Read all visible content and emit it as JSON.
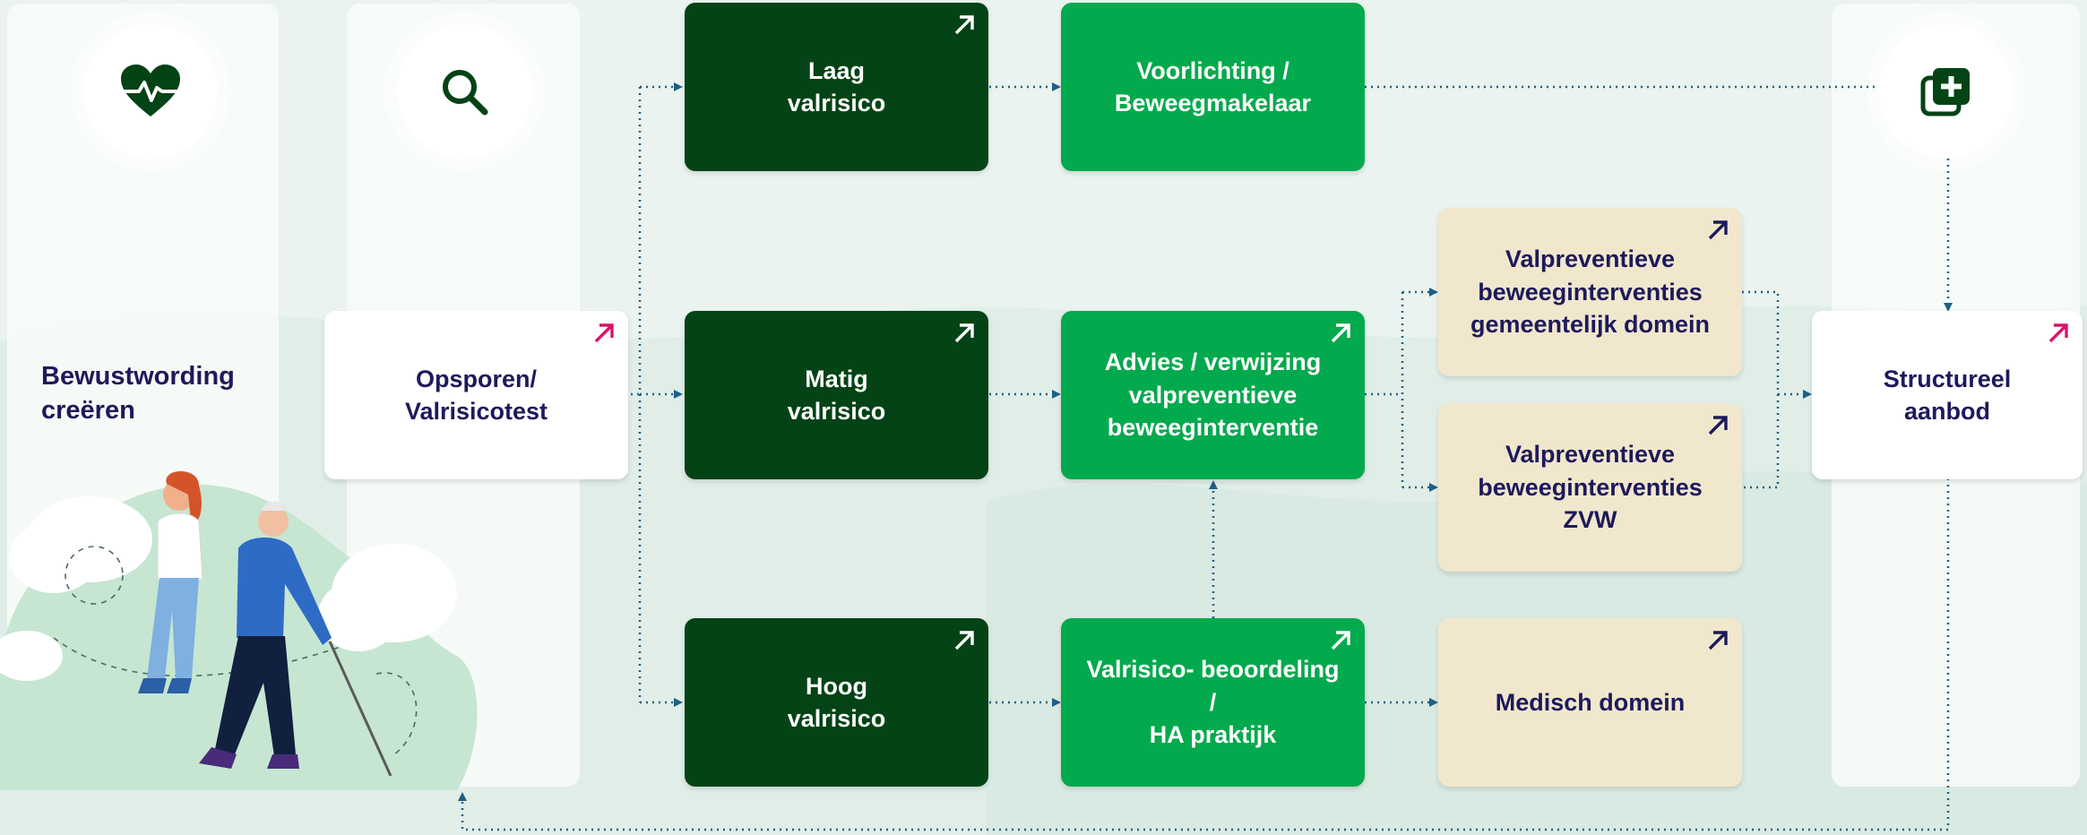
{
  "colors": {
    "dark_green": "#034315",
    "green": "#03a94d",
    "cream": "#f1e7cd",
    "navy": "#1d1a5b",
    "accent_pink": "#d4166a",
    "connector": "#1d5f86"
  },
  "columns": {
    "awareness": {
      "label": "Bewustwording\ncreëren",
      "icon": "heartbeat-icon"
    },
    "detection": {
      "icon": "search-icon"
    },
    "structural": {
      "icon": "add-copy-icon"
    }
  },
  "boxes": {
    "opsporen": "Opsporen/\nValrisicotest",
    "laag": "Laag\nvalrisico",
    "matig": "Matig\nvalrisico",
    "hoog": "Hoog\nvalrisico",
    "voorlichting": "Voorlichting /\nBeweegmakelaar",
    "advies": "Advies / verwijzing\nvalpreventieve\nbeweeginterventie",
    "beoordeling": "Valrisico- beoordeling /\nHA praktijk",
    "gemeentelijk": "Valpreventieve\nbeweeginterventies\ngemeentelijk domein",
    "zvw": "Valpreventieve\nbeweeginterventies\nZVW",
    "medisch": "Medisch domein",
    "structureel": "Structureel\naanbod"
  }
}
